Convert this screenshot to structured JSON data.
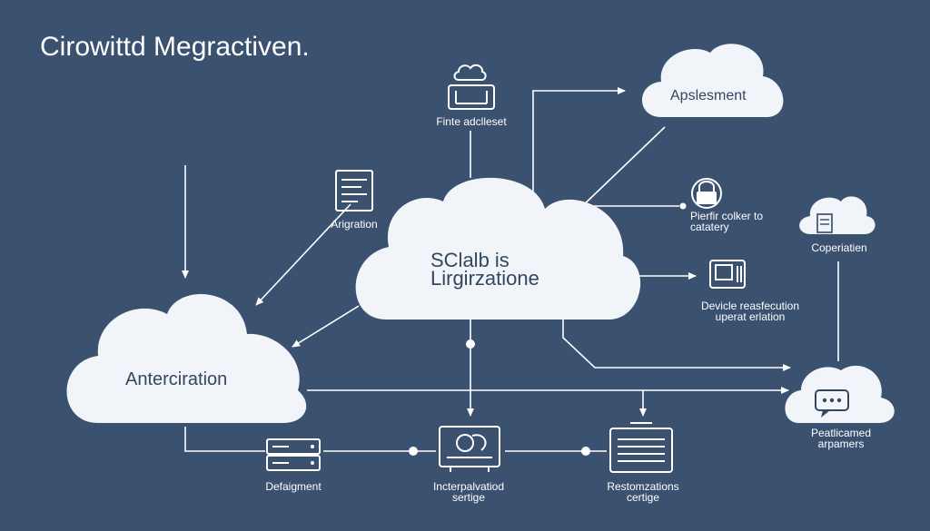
{
  "title": "Cirowittd Megractiven.",
  "colors": {
    "background": "#3a5170",
    "cloud": "#f1f4f8",
    "line": "#ffffff",
    "cloud_text": "#33475f"
  },
  "clouds": {
    "center": {
      "line1": "SClalb is",
      "line2": "Lirgirzatione"
    },
    "left": "Antercira­tion",
    "top_right": "Apslesment"
  },
  "nodes": {
    "top_center": {
      "icon": "server-cloud-icon",
      "label": "Finte adclleset"
    },
    "left_upper": {
      "icon": "document-panel-icon",
      "label": "Arigration"
    },
    "right_lock": {
      "icon": "lock-icon",
      "line1": "Pierfir colker to",
      "line2": "catatery"
    },
    "right_cloud_doc": {
      "icon": "cloud-document-icon",
      "label": "Coperiatien"
    },
    "right_device": {
      "icon": "device-icon",
      "line1": "Devicle reasfecution",
      "line2": "uperat erlation"
    },
    "right_bottom_cloud": {
      "icon": "chat-cloud-icon",
      "line1": "Peatlicamed",
      "line2": "arpamers"
    },
    "bottom_left": {
      "icon": "server-rack-icon",
      "label": "Defaigment"
    },
    "bottom_center": {
      "icon": "monitor-settings-icon",
      "line1": "Incterpalvatiod",
      "line2": "sertige"
    },
    "bottom_right": {
      "icon": "keyboard-panel-icon",
      "line1": "Restomzations",
      "line2": "certige"
    }
  }
}
